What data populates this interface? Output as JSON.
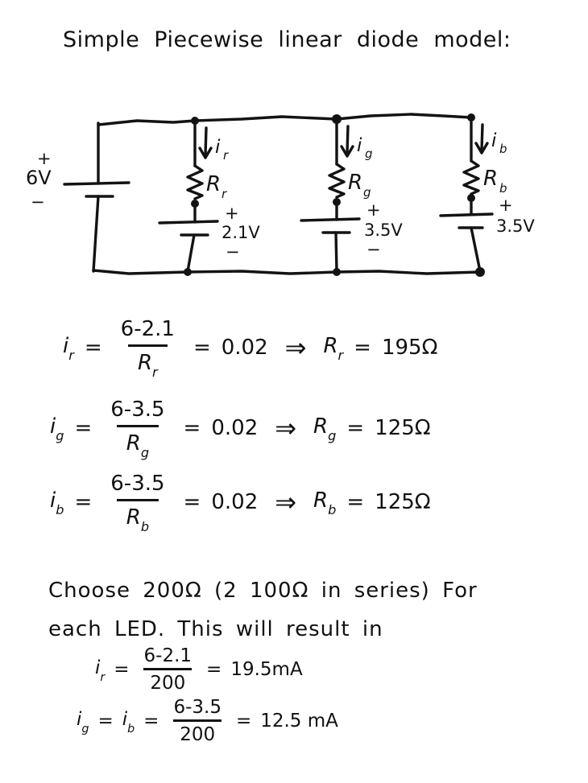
{
  "title": "Simple Piecewise linear diode model:",
  "colors": {
    "ink": "#131313",
    "background": "#ffffff"
  },
  "symbols": {
    "equals": "=",
    "implies": "⇒",
    "plus": "+",
    "minus": "−"
  },
  "circuit": {
    "source": {
      "plus": "+",
      "label": "6V",
      "minus": "−"
    },
    "branches": [
      {
        "current_base": "i",
        "current_sub": "r",
        "res_base": "R",
        "res_sub": "r",
        "v_plus": "+",
        "voltage": "2.1V",
        "v_minus": "−"
      },
      {
        "current_base": "i",
        "current_sub": "g",
        "res_base": "R",
        "res_sub": "g",
        "v_plus": "+",
        "voltage": "3.5V",
        "v_minus": "−"
      },
      {
        "current_base": "i",
        "current_sub": "b",
        "res_base": "R",
        "res_sub": "b",
        "v_plus": "+",
        "voltage": "3.5V"
      }
    ]
  },
  "equations": [
    {
      "lhs_base": "i",
      "lhs_sub": "r",
      "num": "6-2.1",
      "den_base": "R",
      "den_sub": "r",
      "value": "0.02",
      "res_base": "R",
      "res_sub": "r",
      "result": "195Ω"
    },
    {
      "lhs_base": "i",
      "lhs_sub": "g",
      "num": "6-3.5",
      "den_base": "R",
      "den_sub": "g",
      "value": "0.02",
      "res_base": "R",
      "res_sub": "g",
      "result": "125Ω"
    },
    {
      "lhs_base": "i",
      "lhs_sub": "b",
      "num": "6-3.5",
      "den_base": "R",
      "den_sub": "b",
      "value": "0.02",
      "res_base": "R",
      "res_sub": "b",
      "result": "125Ω"
    }
  ],
  "note": {
    "line1": "Choose 200Ω (2 100Ω in series) For",
    "line2": "each LED. This will result in"
  },
  "results": [
    {
      "lhs1_base": "i",
      "lhs1_sub": "r",
      "num": "6-2.1",
      "den": "200",
      "result": "19.5mA"
    },
    {
      "lhs1_base": "i",
      "lhs1_sub": "g",
      "lhs2_base": "i",
      "lhs2_sub": "b",
      "num": "6-3.5",
      "den": "200",
      "result": "12.5 mA"
    }
  ]
}
